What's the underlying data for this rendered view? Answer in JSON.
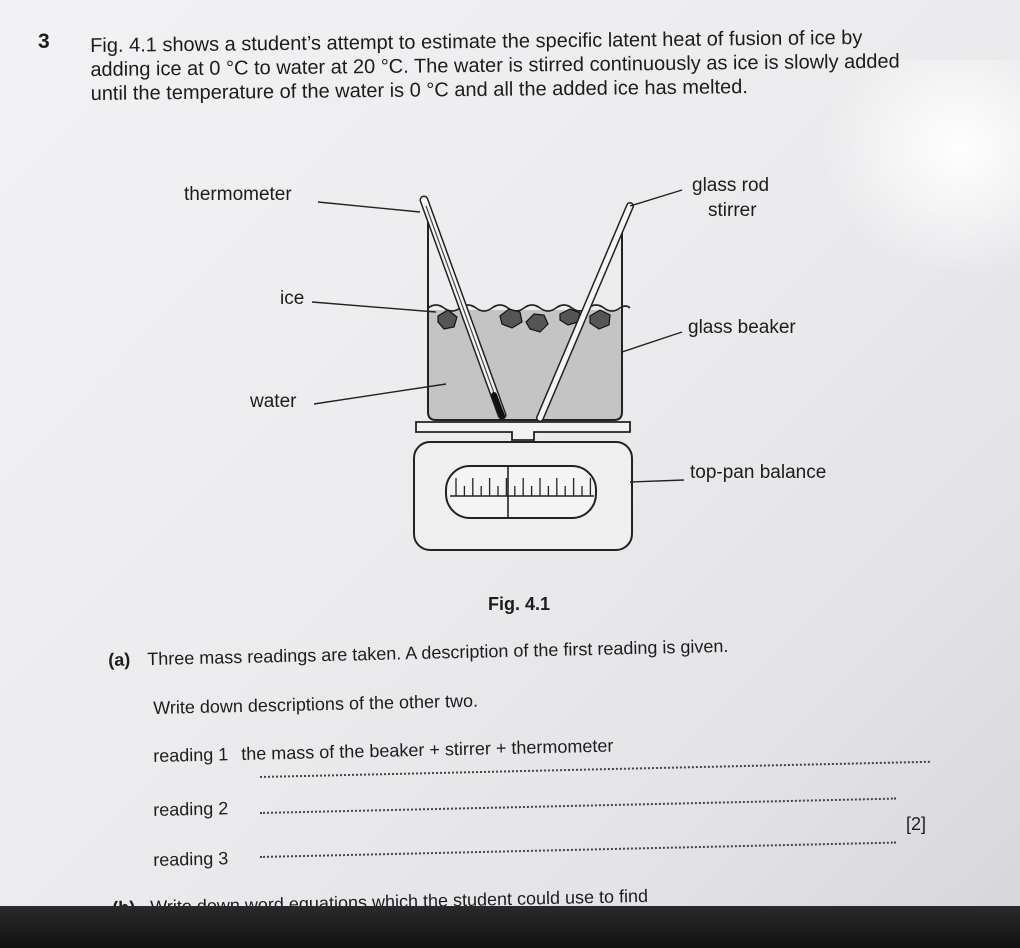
{
  "question": {
    "number": "3",
    "intro_lines": [
      "Fig. 4.1 shows a student’s attempt to estimate the specific latent heat of fusion of ice by",
      "adding ice at 0 °C to water at 20 °C. The water is stirred continuously as ice is slowly added",
      "until the temperature of the water is 0 °C and all the added ice has melted."
    ]
  },
  "figure": {
    "labels": {
      "thermometer": "thermometer",
      "glass_rod": "glass rod",
      "stirrer": "stirrer",
      "ice": "ice",
      "glass_beaker": "glass beaker",
      "water": "water",
      "balance": "top-pan balance"
    },
    "caption": "Fig. 4.1"
  },
  "part_a": {
    "label": "(a)",
    "text": "Three mass readings are taken. A description of the first reading is given.",
    "instruction": "Write down descriptions of the other two.",
    "reading1_label": "reading 1",
    "reading1_text": "the mass of the beaker + stirrer + thermometer",
    "reading2_label": "reading 2",
    "reading3_label": "reading 3",
    "marks": "[2]"
  },
  "part_b": {
    "label": "(b)",
    "text": "Write down word equations which the student could use to find"
  }
}
